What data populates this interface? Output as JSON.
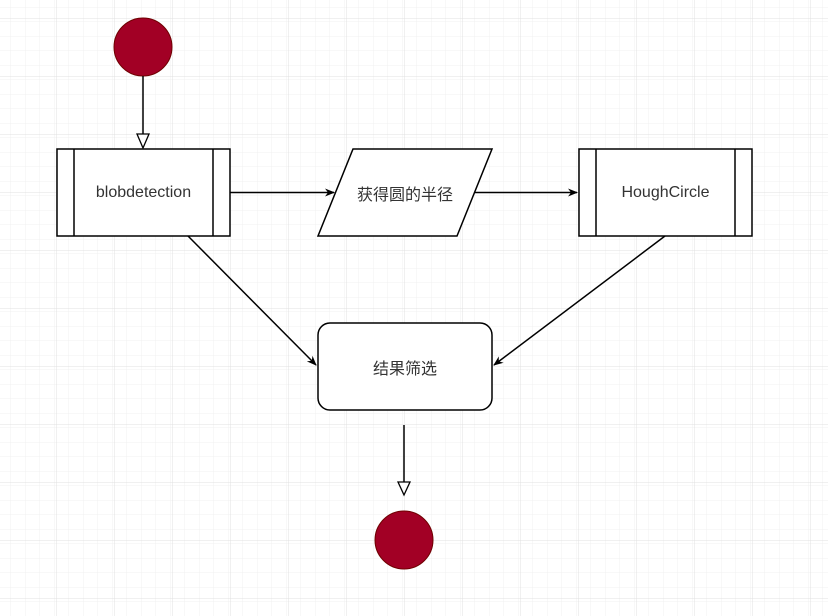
{
  "diagram": {
    "type": "flowchart",
    "colors": {
      "terminal_fill": "#a20025",
      "terminal_stroke": "#6f0000",
      "shape_stroke": "#000000",
      "shape_fill": "#ffffff",
      "text": "#333333",
      "grid_minor": "#f0f0f0",
      "grid_major": "#e0e0e0"
    },
    "nodes": {
      "start": {
        "kind": "start-circle",
        "label": ""
      },
      "blob": {
        "kind": "predefined-process",
        "label": "blobdetection"
      },
      "radius": {
        "kind": "parallelogram",
        "label": "获得圆的半径"
      },
      "hough": {
        "kind": "predefined-process",
        "label": "HoughCircle"
      },
      "filter": {
        "kind": "rounded-rectangle",
        "label": "结果筛选"
      },
      "end": {
        "kind": "end-circle",
        "label": ""
      }
    },
    "edges": [
      {
        "from": "start",
        "to": "blob",
        "arrow": "open-triangle"
      },
      {
        "from": "blob",
        "to": "radius",
        "arrow": "classic"
      },
      {
        "from": "radius",
        "to": "hough",
        "arrow": "classic"
      },
      {
        "from": "blob",
        "to": "filter",
        "arrow": "classic"
      },
      {
        "from": "hough",
        "to": "filter",
        "arrow": "classic"
      },
      {
        "from": "filter",
        "to": "end",
        "arrow": "open-triangle"
      }
    ]
  }
}
